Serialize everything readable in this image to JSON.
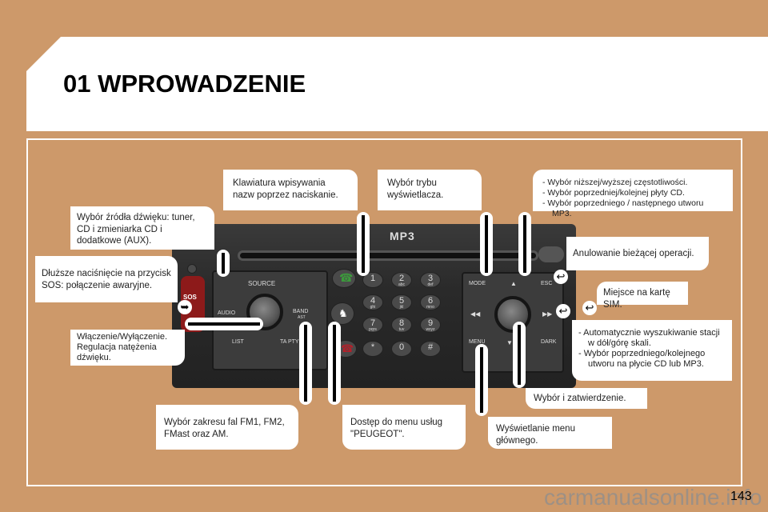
{
  "page": {
    "title": "01 WPROWADZENIE",
    "page_number": "143",
    "watermark": "carmanualsonline.info",
    "background_color": "#cd996a"
  },
  "radio": {
    "logo": "MP3",
    "left_panel": {
      "source": "SOURCE",
      "audio": "AUDIO",
      "band": "BAND",
      "band_sub": "AST",
      "list": "LIST",
      "ta_pty": "TA PTY"
    },
    "sos": "SOS",
    "keypad": [
      {
        "key": "1",
        "sub": ""
      },
      {
        "key": "2",
        "sub": "abc"
      },
      {
        "key": "3",
        "sub": "def"
      },
      {
        "key": "4",
        "sub": "ghi"
      },
      {
        "key": "5",
        "sub": "jkl"
      },
      {
        "key": "6",
        "sub": "mno"
      },
      {
        "key": "7",
        "sub": "pqrs"
      },
      {
        "key": "8",
        "sub": "tuv"
      },
      {
        "key": "9",
        "sub": "wxyz"
      },
      {
        "key": "*",
        "sub": ""
      },
      {
        "key": "0",
        "sub": ""
      },
      {
        "key": "#",
        "sub": ""
      }
    ],
    "right_panel": {
      "mode": "MODE",
      "up": "▲",
      "esc": "ESC",
      "prev": "◀◀",
      "next": "▶▶",
      "menu": "MENU",
      "down": "▼",
      "dark": "DARK"
    },
    "colors": {
      "call_green": "#3c9a3c",
      "hangup_red": "#b3202a",
      "sos_red": "#8d1a1a"
    }
  },
  "callouts": {
    "keyboard": "Klawiatura wpisywania nazw poprzez naciskanie.",
    "display_mode": "Wybór trybu wyświetlacza.",
    "freq_list": [
      "Wybór niższej/wyższej częstotliwości.",
      "Wybór poprzedniej/kolejnej płyty CD.",
      "Wybór poprzedniego / następnego utworu MP3."
    ],
    "source": "Wybór źródła dźwięku: tuner, CD i zmieniarka CD i dodatkowe (AUX).",
    "sos": "Dłuższe naciśnięcie na przycisk SOS: połączenie awaryjne.",
    "cancel": "Anulowanie bieżącej operacji.",
    "sim": "Miejsce na kartę SIM.",
    "power": "Włączenie/Wyłączenie. Regulacja natężenia dźwięku.",
    "search_list": [
      "Automatycznie wyszukiwanie stacji w dół/górę skali.",
      "Wybór poprzedniego/kolejnego utworu na płycie CD lub MP3."
    ],
    "select": "Wybór i zatwierdzenie.",
    "band": "Wybór zakresu fal FM1, FM2, FMast oraz AM.",
    "peugeot": "Dostęp do menu usług \"PEUGEOT\".",
    "menu": "Wyświetlanie menu głównego."
  }
}
